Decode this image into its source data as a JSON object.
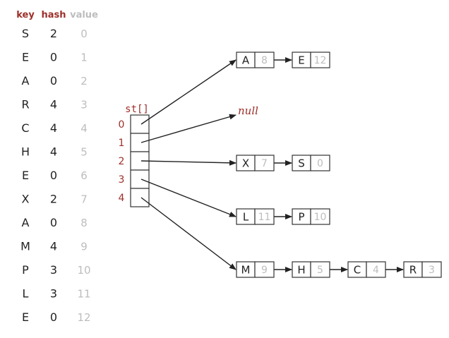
{
  "table": {
    "headers": {
      "key": "key",
      "hash": "hash",
      "value": "value"
    },
    "rows": [
      {
        "key": "S",
        "hash": "2",
        "value": "0"
      },
      {
        "key": "E",
        "hash": "0",
        "value": "1"
      },
      {
        "key": "A",
        "hash": "0",
        "value": "2"
      },
      {
        "key": "R",
        "hash": "4",
        "value": "3"
      },
      {
        "key": "C",
        "hash": "4",
        "value": "4"
      },
      {
        "key": "H",
        "hash": "4",
        "value": "5"
      },
      {
        "key": "E",
        "hash": "0",
        "value": "6"
      },
      {
        "key": "X",
        "hash": "2",
        "value": "7"
      },
      {
        "key": "A",
        "hash": "0",
        "value": "8"
      },
      {
        "key": "M",
        "hash": "4",
        "value": "9"
      },
      {
        "key": "P",
        "hash": "3",
        "value": "10"
      },
      {
        "key": "L",
        "hash": "3",
        "value": "11"
      },
      {
        "key": "E",
        "hash": "0",
        "value": "12"
      }
    ]
  },
  "array": {
    "label": "st[]",
    "indices": [
      "0",
      "1",
      "2",
      "3",
      "4"
    ]
  },
  "null_label": "null",
  "chains": [
    {
      "slot": 0,
      "nodes": [
        {
          "key": "A",
          "value": "8"
        },
        {
          "key": "E",
          "value": "12"
        }
      ]
    },
    {
      "slot": 1,
      "nodes": []
    },
    {
      "slot": 2,
      "nodes": [
        {
          "key": "X",
          "value": "7"
        },
        {
          "key": "S",
          "value": "0"
        }
      ]
    },
    {
      "slot": 3,
      "nodes": [
        {
          "key": "L",
          "value": "11"
        },
        {
          "key": "P",
          "value": "10"
        }
      ]
    },
    {
      "slot": 4,
      "nodes": [
        {
          "key": "M",
          "value": "9"
        },
        {
          "key": "H",
          "value": "5"
        },
        {
          "key": "C",
          "value": "4"
        },
        {
          "key": "R",
          "value": "3"
        }
      ]
    }
  ],
  "colors": {
    "accent": "#9c2f2a",
    "muted": "#bdbdbd",
    "ink": "#222222"
  }
}
